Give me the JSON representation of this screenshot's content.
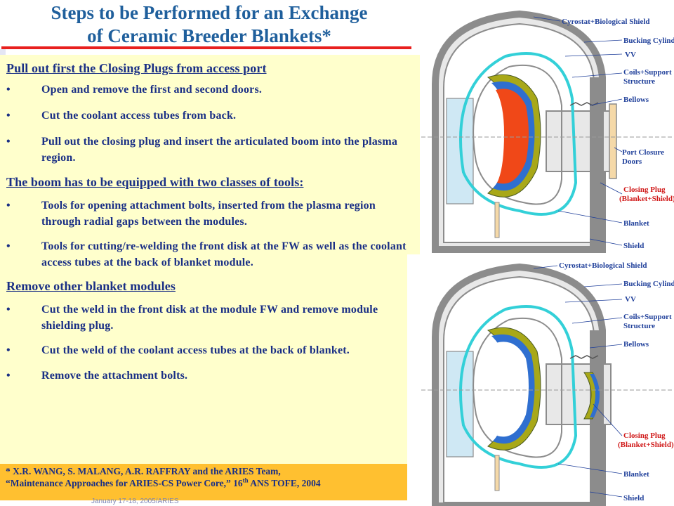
{
  "slide": {
    "title_line1": "Steps to be Performed for an Exchange",
    "title_line2": "of Ceramic Breeder Blankets*",
    "footer": "January 17-18, 2005/ARIES"
  },
  "sections": [
    {
      "heading": "Pull out first the Closing Plugs from access port",
      "bullets": [
        "Open and remove the first and second doors.",
        "Cut the coolant access tubes from back.",
        "Pull out the closing plug and insert the articulated boom into the plasma region."
      ]
    },
    {
      "heading": "The boom has to be equipped with two classes of tools:",
      "bullets": [
        "Tools for opening attachment bolts, inserted from the plasma region through radial gaps between the modules.",
        "Tools for cutting/re-welding the front disk at the FW as well as the coolant access tubes at the back of blanket module."
      ]
    },
    {
      "heading": "Remove other blanket modules",
      "bullets": [
        "Cut the weld in the front disk at the module FW and remove module shielding plug.",
        "Cut the weld of the coolant access tubes at the back of blanket.",
        "Remove the attachment bolts."
      ]
    }
  ],
  "bullet_char": "•",
  "citation": {
    "line1": "* X.R. WANG, S. MALANG, A.R. RAFFRAY and the ARIES Team,",
    "line2_prefix": "“Maintenance Approaches for ARIES-CS Power Core,” 16",
    "line2_sup": "th",
    "line2_suffix": " ANS TOFE, 2004"
  },
  "diagram_top": {
    "labels": {
      "cryostat": "Cyrostat+Biological Shield",
      "bucking": "Bucking Cylinder",
      "vv": "VV",
      "coils_1": "Coils+Support",
      "coils_2": "Structure",
      "bellows": "Bellows",
      "port_1": "Port Closure",
      "port_2": "Doors",
      "plug_1": "Closing Plug",
      "plug_2": "(Blanket+Shield)",
      "blanket": "Blanket",
      "shield": "Shield"
    }
  },
  "diagram_bottom": {
    "labels": {
      "cryostat": "Cyrostat+Biological Shield",
      "bucking": "Bucking Cylinder",
      "vv": "VV",
      "coils_1": "Coils+Support",
      "coils_2": "Structure",
      "bellows": "Bellows",
      "plug_1": "Closing Plug",
      "plug_2": "(Blanket+Shield)",
      "blanket": "Blanket",
      "shield": "Shield"
    }
  },
  "colors": {
    "title": "#1f5f9c",
    "text": "#1a2f85",
    "title_rule": "#e8201e",
    "panel": "#ffffcc",
    "citation_bg": "#ffc030",
    "label_blue": "#1f3f9a",
    "label_red": "#d01818",
    "structure_grey": "#8c8c8c",
    "cryostat_fill": "#e8e8e8",
    "cyan": "#33d0d8",
    "olive": "#a8a818",
    "blanket_blue": "#2f6fd0",
    "plasma_red": "#f04818",
    "shield_tan": "#f5d9a8"
  }
}
